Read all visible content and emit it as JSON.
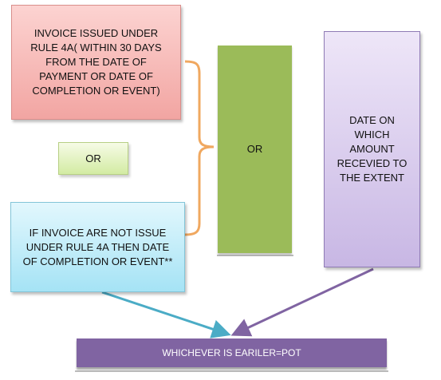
{
  "boxes": {
    "invoice_issued": "INVOICE ISSUED UNDER RULE 4A( WITHIN 30 DAYS FROM THE DATE OF PAYMENT OR DATE OF COMPLETION OR EVENT)",
    "or_small": "OR",
    "not_issued": "IF INVOICE ARE NOT ISSUE UNDER RULE 4A THEN DATE OF COMPLETION OR EVENT**",
    "or_green": "OR",
    "date_on": "DATE ON WHICH AMOUNT RECEVIED TO THE EXTENT",
    "result": "WHICHEVER IS EARILER=POT"
  },
  "colors": {
    "pink": "#f2a5a2",
    "light_green": "#d3eba3",
    "light_blue": "#a5e3f5",
    "olive_green": "#9bbb59",
    "lavender": "#c8b7e4",
    "purple": "#8064a2",
    "bracket": "#f0a860",
    "arrow_blue": "#4bacc6",
    "arrow_purple": "#8064a2"
  }
}
